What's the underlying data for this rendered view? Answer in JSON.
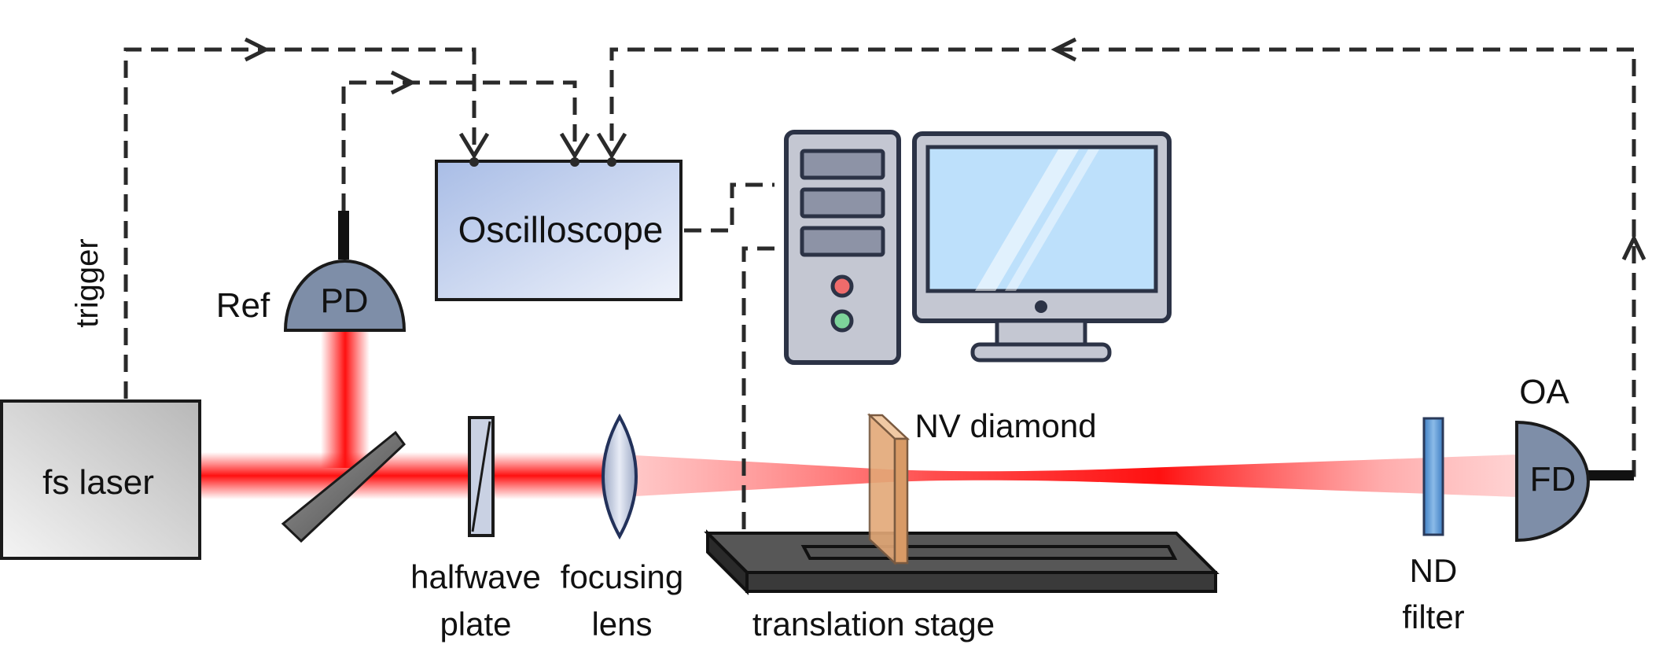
{
  "labels": {
    "fs_laser": "fs laser",
    "trigger": "trigger",
    "ref": "Ref",
    "pd": "PD",
    "oscilloscope": "Oscilloscope",
    "halfwave_line1": "halfwave",
    "halfwave_line2": "plate",
    "focusing_line1": "focusing",
    "focusing_line2": "lens",
    "nv_diamond": "NV diamond",
    "translation_stage": "translation stage",
    "nd_line1": "ND",
    "nd_line2": "filter",
    "oa": "OA",
    "fd": "FD"
  },
  "colors": {
    "beam": "#ff1a1a",
    "signal_line": "#2a2a2a",
    "oscilloscope_fill": "#b8c8ea",
    "detector_fill": "#7e8ea8",
    "laser_fill": "#d0d0d0",
    "monitor_screen": "#bde0fb",
    "diamond_fill": "#e8b48a",
    "stage_fill": "#3a3a3a"
  }
}
